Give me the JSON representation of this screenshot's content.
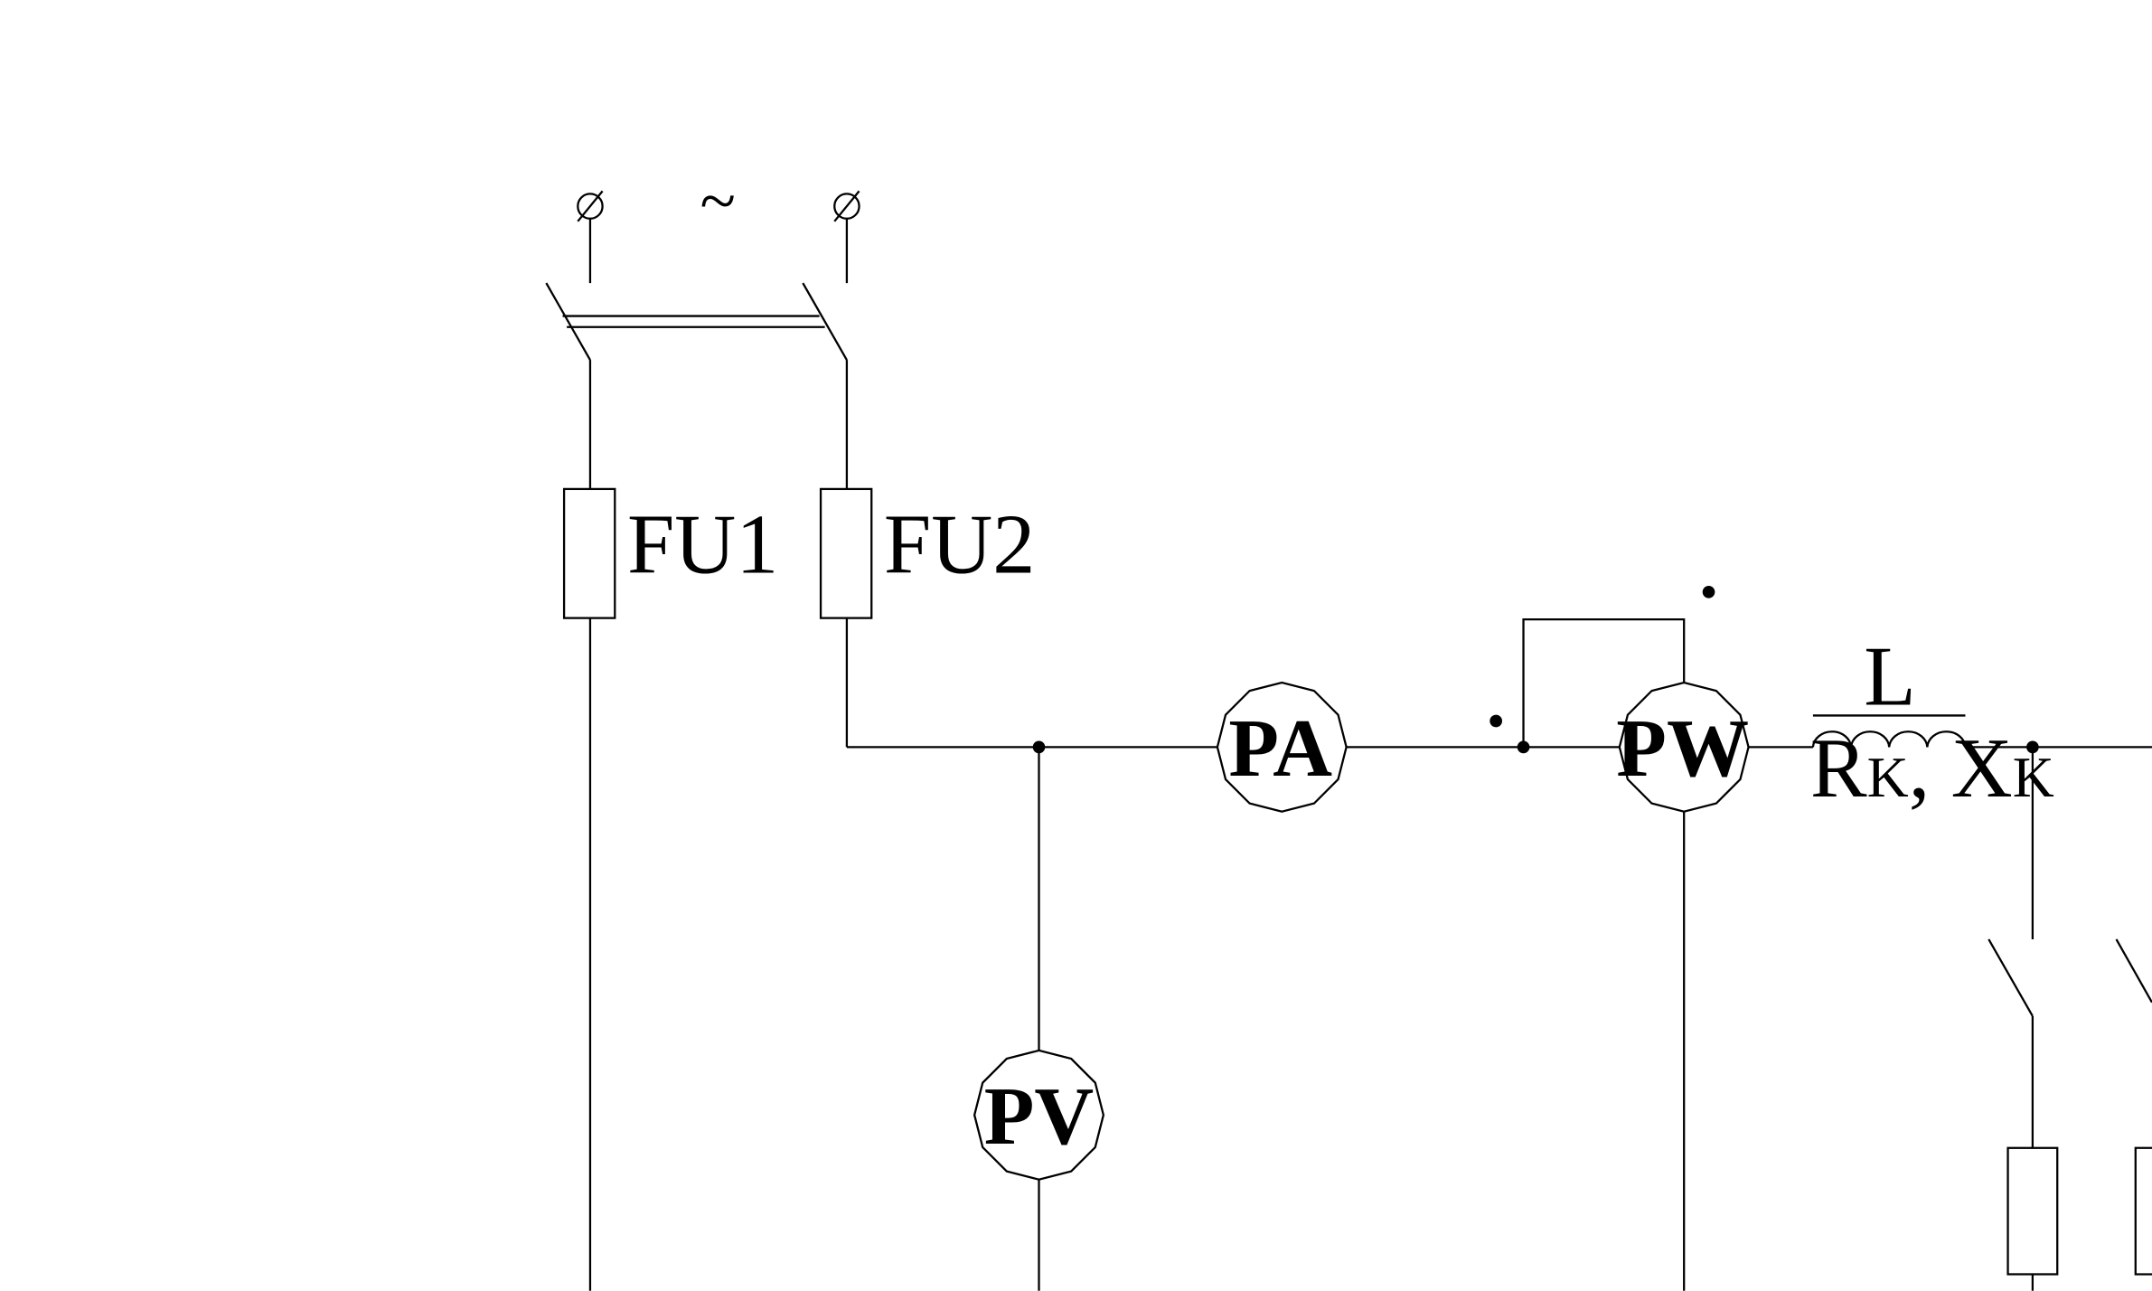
{
  "labels": {
    "source": "~",
    "fuse1": "FU1",
    "fuse2": "FU2",
    "ammeter": "PA",
    "wattmeter": "PW",
    "voltmeter": "PV",
    "inductor": "L",
    "inductor_params": {
      "r": "R",
      "r_sub": "K",
      "sep": ", ",
      "x": "X",
      "x_sub": "K"
    }
  },
  "colors": {
    "line": "#000000",
    "background": "#ffffff"
  }
}
